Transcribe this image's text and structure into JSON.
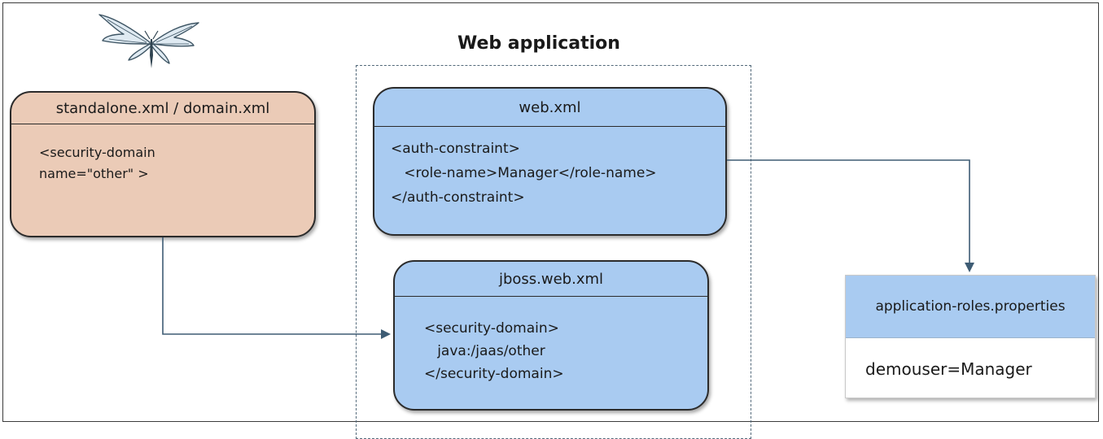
{
  "diagram": {
    "webapp": {
      "title": "Web application"
    },
    "standalone": {
      "title": "standalone.xml / domain.xml",
      "body": "<security-domain\nname=\"other\" >"
    },
    "webxml": {
      "title": "web.xml",
      "body": "<auth-constraint>\n   <role-name>Manager</role-name>\n</auth-constraint>"
    },
    "jboss": {
      "title": "jboss.web.xml",
      "body": "<security-domain>\n   java:/jaas/other\n</security-domain>"
    },
    "approles": {
      "title": "application-roles.properties",
      "body": "demouser=Manager"
    },
    "colors": {
      "standalone_fill": "#ebcbb7",
      "xml_fill": "#a9cbf1",
      "connector": "#3e5c74"
    },
    "icons": {
      "logo": "wildfly-logo-icon"
    }
  }
}
